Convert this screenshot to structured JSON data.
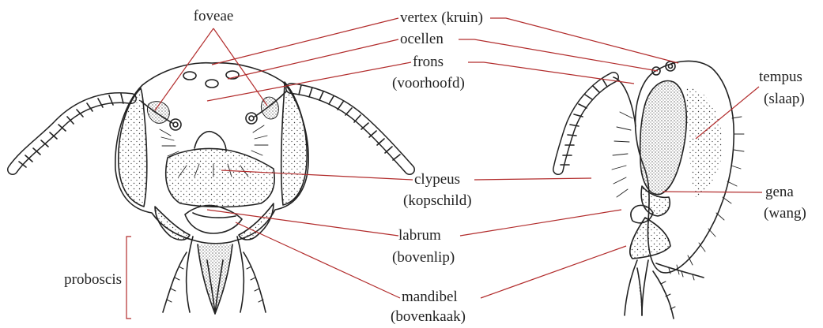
{
  "colors": {
    "leader_line": "#b22c2c",
    "ink": "#222222",
    "background": "#ffffff"
  },
  "labels": {
    "foveae": "foveae",
    "vertex": "vertex (kruin)",
    "ocellen": "ocellen",
    "frons": "frons",
    "frons_sub": "(voorhoofd)",
    "tempus": "tempus",
    "tempus_sub": "(slaap)",
    "clypeus": "clypeus",
    "clypeus_sub": "(kopschild)",
    "gena": "gena",
    "gena_sub": "(wang)",
    "labrum": "labrum",
    "labrum_sub": "(bovenlip)",
    "proboscis": "proboscis",
    "mandibel": "mandibel",
    "mandibel_sub": "(bovenkaak)"
  }
}
